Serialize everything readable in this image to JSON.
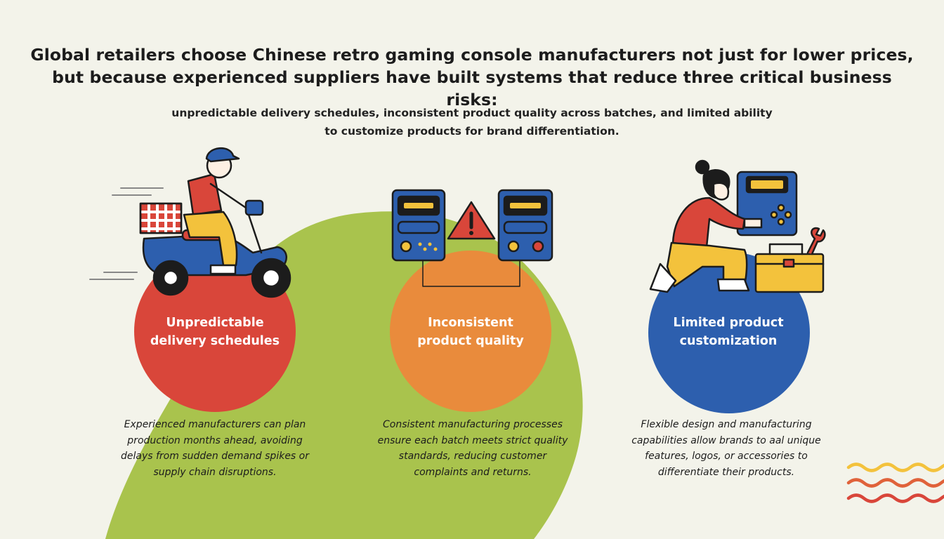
{
  "headline": {
    "line1": "Global retailers choose Chinese retro gaming console manufacturers not just for lower prices,",
    "line2": "but because experienced suppliers have built systems that reduce three critical business risks:"
  },
  "subhead": {
    "line1": "unpredictable delivery schedules, inconsistent product quality across batches, and limited ability",
    "line2": "to customize products for brand differentiation."
  },
  "risks": [
    {
      "label_line1": "Unpredictable",
      "label_line2": "delivery schedules",
      "color": "#d9463a",
      "icon": "delivery-scooter-icon",
      "desc": [
        "Experienced manufacturers can plan",
        "production months ahead, avoiding",
        "delays from sudden demand spikes or",
        "supply chain disruptions."
      ]
    },
    {
      "label_line1": "Inconsistent",
      "label_line2": "product quality",
      "color": "#e98b3c",
      "icon": "console-warning-icon",
      "desc": [
        "Consistent manufacturing processes",
        "ensure each batch meets strict quality",
        "standards, reducing customer",
        "complaints and returns."
      ]
    },
    {
      "label_line1": "Limited product",
      "label_line2": "customization",
      "color": "#2d5fae",
      "icon": "customization-toolbox-icon",
      "desc": [
        "Flexible design and manufacturing",
        "capabilities allow brands to aal unique",
        "features, logos, or accessories to",
        "differentiate their products."
      ]
    }
  ],
  "colors": {
    "background": "#f3f3ea",
    "green_blob": "#a9c34d",
    "red": "#d9463a",
    "orange": "#e98b3c",
    "blue": "#2d5fae",
    "yellow": "#f3c23c"
  }
}
